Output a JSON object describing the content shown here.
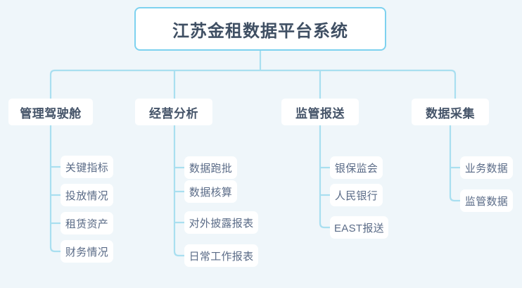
{
  "diagram": {
    "type": "org-tree",
    "title": "江苏金租数据平台系统",
    "colors": {
      "background": "#eff6fa",
      "node_fill": "#ffffff",
      "root_border": "#7ed2ef",
      "connector": "#a9dff0",
      "root_text": "#3f4f63",
      "branch_text": "#455469",
      "leaf_text": "#5a6b87"
    },
    "root": {
      "label": "江苏金租数据平台系统"
    },
    "branches": [
      {
        "label": "管理驾驶舱",
        "children": [
          {
            "label": "关键指标"
          },
          {
            "label": "投放情况"
          },
          {
            "label": "租赁资产"
          },
          {
            "label": "财务情况"
          }
        ]
      },
      {
        "label": "经营分析",
        "children": [
          {
            "label": "数据跑批"
          },
          {
            "label": "数据核算"
          },
          {
            "label": "对外披露报表"
          },
          {
            "label": "日常工作报表"
          }
        ]
      },
      {
        "label": "监管报送",
        "children": [
          {
            "label": "银保监会"
          },
          {
            "label": "人民银行"
          },
          {
            "label": "EAST报送"
          }
        ]
      },
      {
        "label": "数据采集",
        "children": [
          {
            "label": "业务数据"
          },
          {
            "label": "监管数据"
          }
        ]
      }
    ]
  }
}
